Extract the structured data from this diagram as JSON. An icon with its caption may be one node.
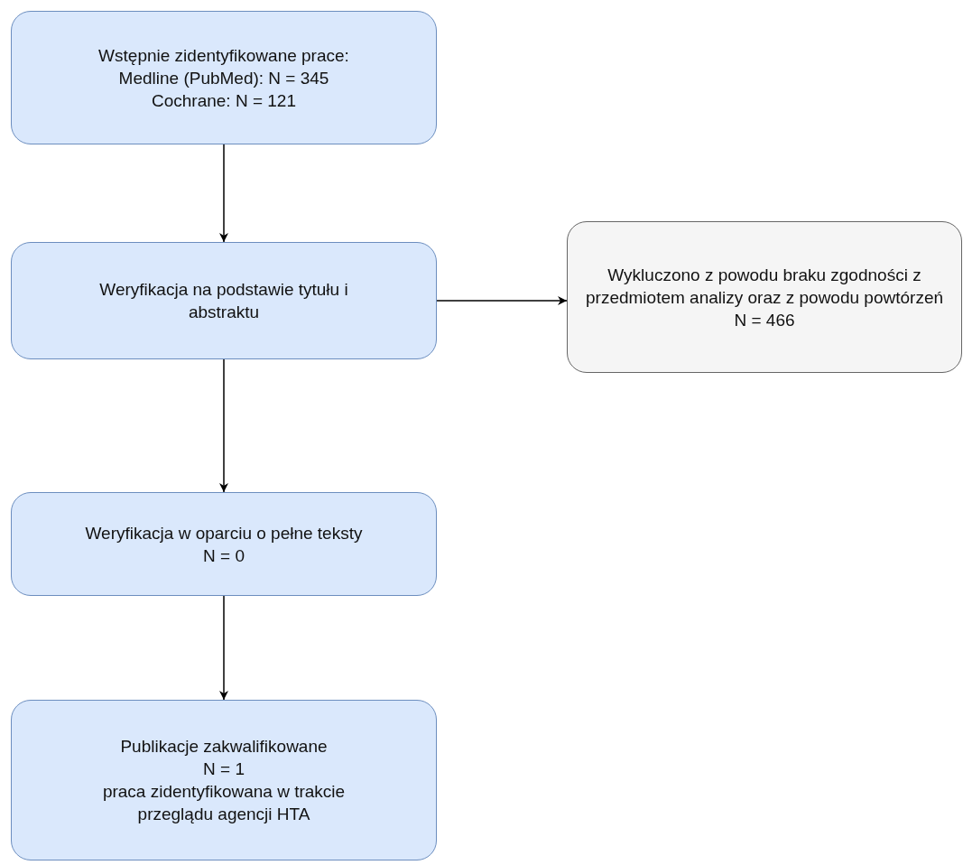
{
  "diagram": {
    "nodes": [
      {
        "text": [
          "Wstępnie zidentyfikowane prace:",
          "Medline (PubMed): N = 345",
          "Cochrane: N = 121"
        ]
      },
      {
        "text": [
          "Weryfikacja na podstawie tytułu i abstraktu"
        ]
      },
      {
        "text": [
          "Wykluczono z powodu braku zgodności z przedmiotem analizy oraz z powodu powtórzeń",
          "N = 466"
        ]
      },
      {
        "text": [
          "Weryfikacja w oparciu o pełne teksty",
          "N = 0"
        ]
      },
      {
        "text": [
          "Publikacje zakwalifikowane",
          "N = 1",
          "praca zidentyfikowana w trakcie przeglądu agencji HTA"
        ]
      }
    ],
    "edges": [
      {
        "from": 0,
        "to": 1,
        "arrow": "to"
      },
      {
        "from": 1,
        "to": 2,
        "arrow": "to"
      },
      {
        "from": 1,
        "to": 3,
        "arrow": "to"
      },
      {
        "from": 3,
        "to": 4,
        "arrow": "to"
      }
    ]
  }
}
